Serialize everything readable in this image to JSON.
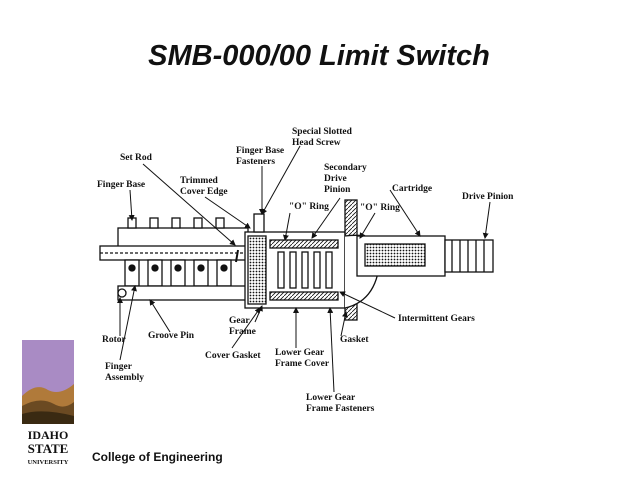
{
  "slide": {
    "title": "SMB-000/00 Limit Switch",
    "footer": "College of Engineering"
  },
  "logo": {
    "line1": "IDAHO",
    "line2": "STATE",
    "line3": "UNIVERSITY"
  },
  "labels": {
    "special_slotted": "Special Slotted",
    "head_screw": "Head Screw",
    "finger_base_fasteners_1": "Finger Base",
    "finger_base_fasteners_2": "Fasteners",
    "set_rod": "Set Rod",
    "secondary_1": "Secondary",
    "secondary_2": "Drive",
    "secondary_3": "Pinion",
    "trimmed_1": "Trimmed",
    "trimmed_2": "Cover Edge",
    "finger_base": "Finger Base",
    "cartridge": "Cartridge",
    "drive_pinion": "Drive Pinion",
    "o_ring_1": "\"O\" Ring",
    "o_ring_2": "\"O\" Ring",
    "intermittent_gears": "Intermittent Gears",
    "rotor": "Rotor",
    "groove_pin": "Groove Pin",
    "gear_frame_1": "Gear",
    "gear_frame_2": "Frame",
    "gasket": "Gasket",
    "finger_assembly_1": "Finger",
    "finger_assembly_2": "Assembly",
    "cover_gasket": "Cover Gasket",
    "lgfc_1": "Lower Gear",
    "lgfc_2": "Frame Cover",
    "lgff_1": "Lower Gear",
    "lgff_2": "Frame Fasteners"
  }
}
